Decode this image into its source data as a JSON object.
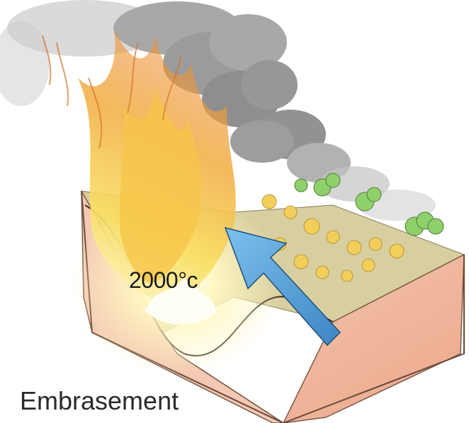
{
  "illustration": {
    "temperature_label": "2000°c",
    "caption": "Embrasement",
    "colors": {
      "flame_core": "#fff8c8",
      "flame_yellow": "#f7d650",
      "flame_orange": "#ef9a3a",
      "smoke": "#7f7f7f",
      "ground_face": "#f0b9a0",
      "ground_top": "#c9c08e",
      "trees": "#8fcf6a",
      "arrow": "#4a9ad6"
    },
    "icons": [
      "wildfire-scene",
      "smoke-cloud",
      "tree-icon",
      "wind-arrow-icon"
    ]
  }
}
